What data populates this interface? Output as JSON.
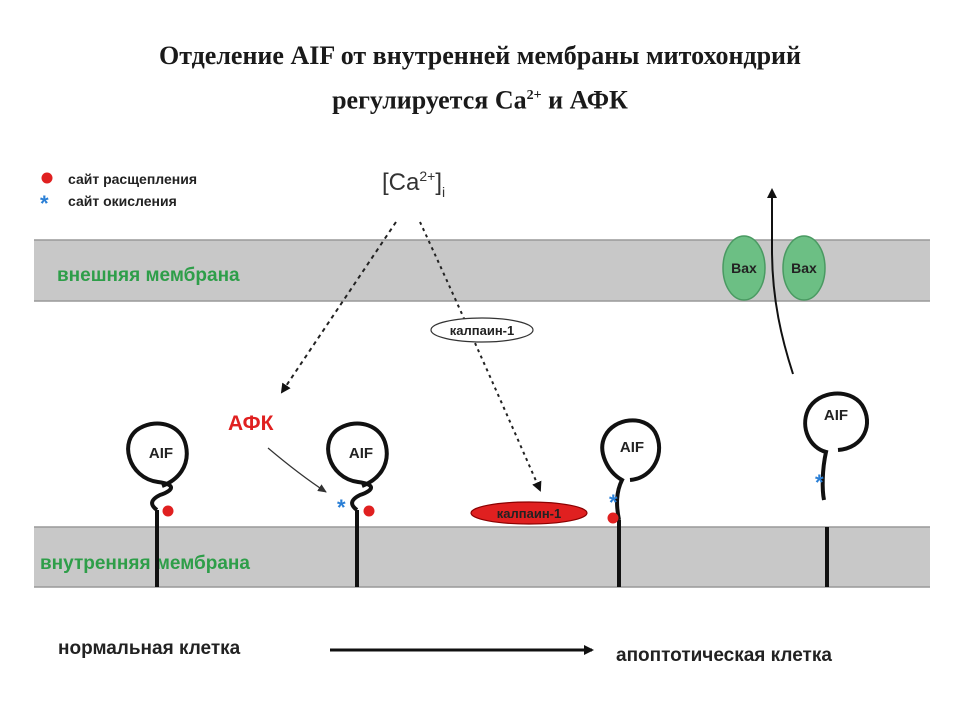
{
  "title": {
    "line1": "Отделение AIF от внутренней мембраны митохондрий",
    "line2_prefix": "регулируется Ca",
    "line2_sup": "2+",
    "line2_suffix": " и АФК"
  },
  "legend": {
    "cleavage_site": "сайт расщепления",
    "oxidation_site": "сайт окисления"
  },
  "calcium": {
    "label": "[Ca",
    "sup": "2+",
    "close": "]",
    "sub": "i"
  },
  "membranes": {
    "outer": "внешняя мембрана",
    "inner": "внутренняя мембрана"
  },
  "ros": "АФК",
  "calpain_label": "калпаин-1",
  "calpain_active_label": "калпаин-1",
  "aif": "AIF",
  "bax": "Bax",
  "bottom": {
    "normal": "нормальная клетка",
    "apoptotic": "апоптотическая клетка"
  },
  "colors": {
    "membrane": "#c8c8c8",
    "membrane_text": "#2e9e49",
    "bax": "#6cbf84",
    "ros": "#e02020",
    "cleavage_dot": "#e02020",
    "oxidation_star": "#2a7fd6",
    "calpain_active": "#e02020"
  }
}
